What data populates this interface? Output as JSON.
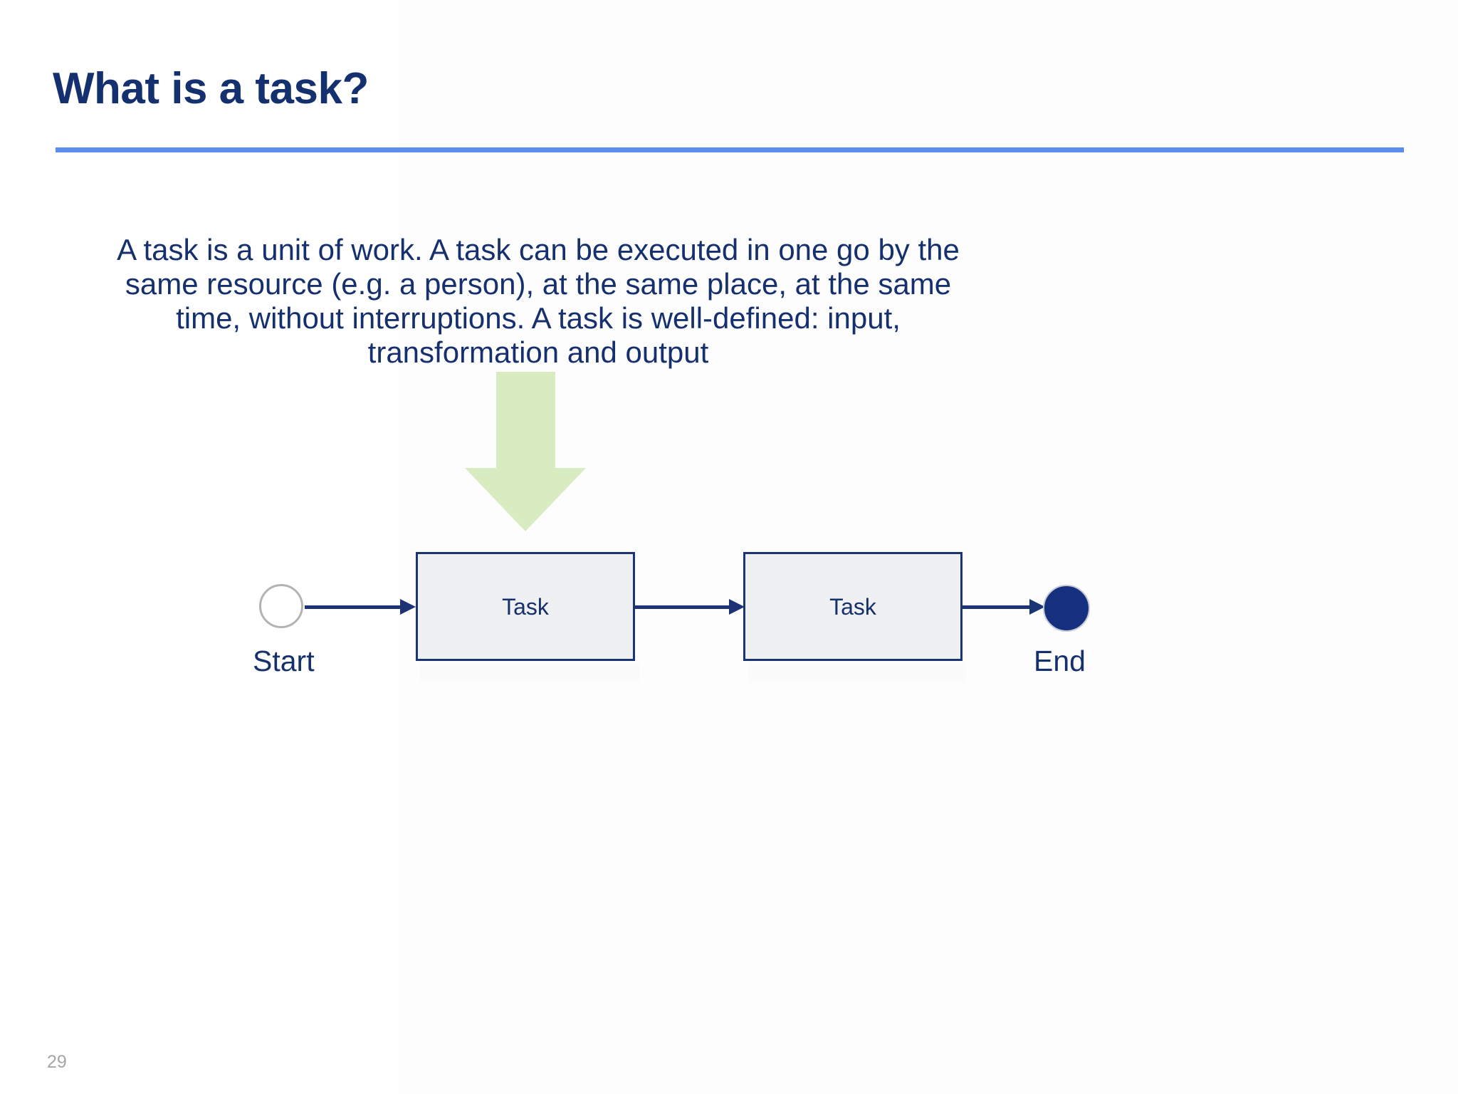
{
  "slide": {
    "title": "What is a task?",
    "body_paragraph": "A task is a unit of work. A task can be executed in one go by the same resource (e.g. a person), at the same place, at the same time, without interruptions. A task is well-defined: input, transformation and output",
    "page_number": "29",
    "colors": {
      "title_navy": "#14306e",
      "rule_blue": "#5b8ded",
      "body_navy": "#16306e",
      "arrow_green": "#d9ebc0",
      "box_fill": "#eff0f2",
      "box_border": "#1c3473",
      "end_fill": "#14307e",
      "start_border": "#b3b3b3",
      "page_number_gray": "#a6a6a6"
    }
  },
  "diagram": {
    "type": "process-flow",
    "nodes": [
      {
        "id": "start",
        "kind": "start-event",
        "label": "Start"
      },
      {
        "id": "task1",
        "kind": "task",
        "label": "Task"
      },
      {
        "id": "task2",
        "kind": "task",
        "label": "Task"
      },
      {
        "id": "end",
        "kind": "end-event",
        "label": "End"
      }
    ],
    "connectors": [
      {
        "from": "start",
        "to": "task1"
      },
      {
        "from": "task1",
        "to": "task2"
      },
      {
        "from": "task2",
        "to": "end"
      }
    ],
    "emphasis_arrow": {
      "direction": "down",
      "icon": "down-arrow-icon",
      "color": "#d9ebc0"
    }
  }
}
